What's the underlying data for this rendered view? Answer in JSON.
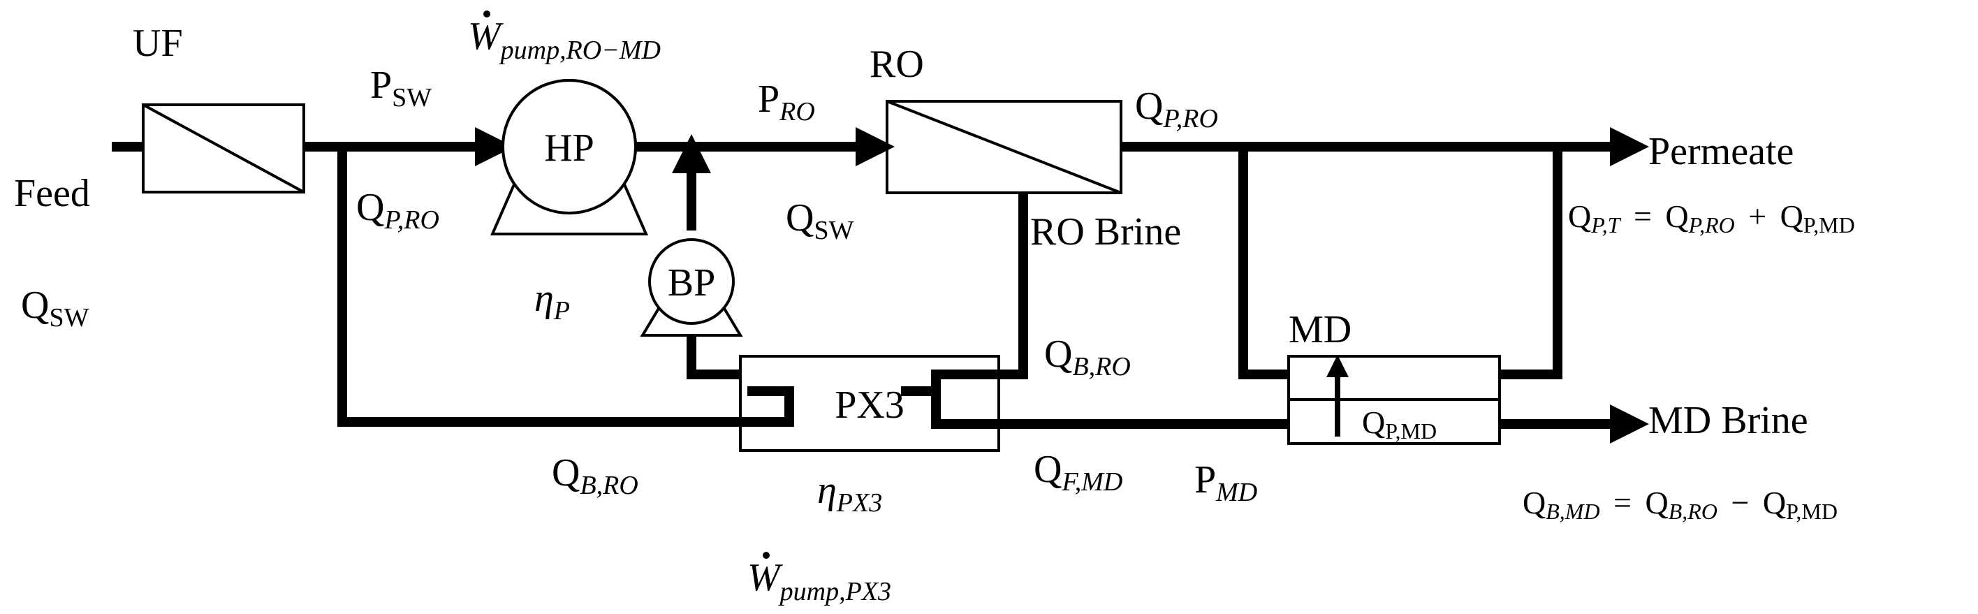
{
  "units": {
    "uf": "UF",
    "ro": "RO",
    "hp": "HP",
    "bp": "BP",
    "px3": "PX3",
    "md": "MD"
  },
  "streams": {
    "feed": "Feed",
    "permeate": "Permeate",
    "md_brine": "MD Brine",
    "ro_brine": "RO Brine"
  },
  "symbols": {
    "Q": "Q",
    "P": "P",
    "SW": "SW",
    "RO": "RO",
    "MD": "MD",
    "P_RO": "P,RO",
    "B_RO": "B,RO",
    "F_MD": "F,MD",
    "P_T": "P,T",
    "P_MD": "P,MD",
    "B_MD": "B,MD",
    "eta": "η",
    "eta_p_sub": "P",
    "eta_px3_sub": "PX3",
    "W": "W",
    "pump_ro_md": "pump,RO−MD",
    "pump_px3": "pump,PX3",
    "equals": "=",
    "plus": "+",
    "minus": "−"
  },
  "colors": {
    "line": "#000000",
    "background": "#ffffff"
  }
}
